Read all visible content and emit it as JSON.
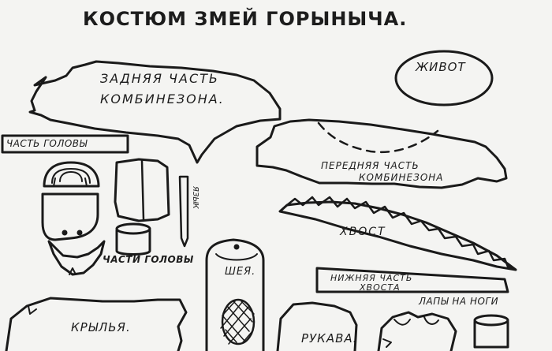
{
  "title": "КОСТЮМ ЗМЕЙ ГОРЫНЫЧА.",
  "labels": {
    "back_part_line1": "ЗАДНЯЯ ЧАСТЬ",
    "back_part_line2": "КОМБИНЕЗОНА.",
    "belly": "ЖИВОТ",
    "head_part": "ЧАСТЬ ГОЛОВЫ",
    "front_part_line1": "ПЕРЕДНЯЯ ЧАСТЬ",
    "front_part_line2": "КОМБИНЕЗОНА",
    "tongue": "ЯЗЫК",
    "tail": "ХВОСТ",
    "head_parts": "ЧАСТИ ГОЛОВЫ",
    "neck": "ШЕЯ.",
    "tail_bottom_line1": "НИЖНЯЯ ЧАСТЬ",
    "tail_bottom_line2": "ХВОСТА",
    "legs": "ЛАПЫ НА НОГИ",
    "wings": "КРЫЛЬЯ.",
    "sleeves": "РУКАВА."
  }
}
